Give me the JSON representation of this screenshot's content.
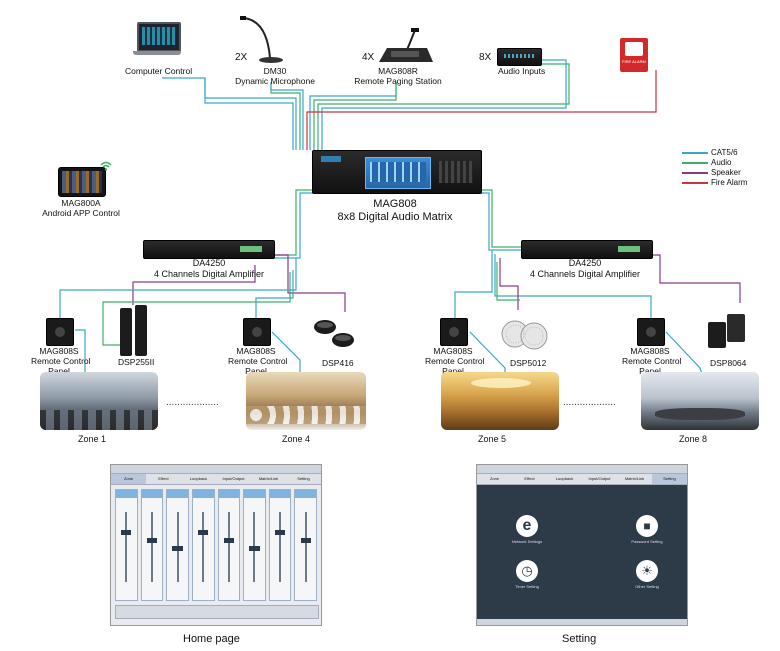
{
  "devices": {
    "computer": {
      "label": "Computer Control"
    },
    "mic": {
      "qty": "2X",
      "model": "DM30",
      "name": "Dynamic Microphone"
    },
    "paging": {
      "qty": "4X",
      "model": "MAG808R",
      "name": "Remote Paging Station"
    },
    "audio_inputs": {
      "qty": "8X",
      "label": "Audio Inputs"
    },
    "fire_alarm_box": {
      "text": "FIRE ALARM"
    },
    "android": {
      "model": "MAG800A",
      "name": "Android APP Control"
    },
    "matrix": {
      "model": "MAG808",
      "name": "8x8 Digital Audio Matrix"
    },
    "amp_left": {
      "model": "DA4250",
      "name": "4 Channels Digital Amplifier"
    },
    "amp_right": {
      "model": "DA4250",
      "name": "4 Channels Digital Amplifier"
    }
  },
  "legend": [
    {
      "label": "CAT5/6",
      "color": "#3aa8c9"
    },
    {
      "label": "Audio",
      "color": "#3db06a"
    },
    {
      "label": "Speaker",
      "color": "#8e3a86"
    },
    {
      "label": "Fire Alarm",
      "color": "#c8343f"
    }
  ],
  "zones": [
    {
      "panel_model": "MAG808S",
      "panel_name": "Remote Control",
      "panel_suffix": "Panel",
      "speaker": "DSP255II",
      "zone": "Zone 1"
    },
    {
      "panel_model": "MAG808S",
      "panel_name": "Remote Control",
      "panel_suffix": "Panel",
      "speaker": "DSP416",
      "zone": "Zone 4"
    },
    {
      "panel_model": "MAG808S",
      "panel_name": "Remote Control",
      "panel_suffix": "Panel",
      "speaker": "DSP5012",
      "zone": "Zone 5"
    },
    {
      "panel_model": "MAG808S",
      "panel_name": "Remote Control",
      "panel_suffix": "Panel",
      "speaker": "DSP8064",
      "zone": "Zone 8"
    }
  ],
  "screenshots": {
    "home": {
      "caption": "Home page",
      "tabs": [
        "Zone",
        "Effect",
        "Loopback",
        "Input/Output",
        "Matrix/Link",
        "Setting"
      ]
    },
    "setting": {
      "caption": "Setting",
      "tabs": [
        "Zone",
        "Effect",
        "Loopback",
        "Input/Output",
        "Matrix/Link",
        "Setting"
      ],
      "items": [
        "Network Settings",
        "Password Setting",
        "Timer Setting",
        "Other Setting"
      ]
    }
  },
  "colors": {
    "cat": "#3aa8c9",
    "audio": "#3db06a",
    "speaker": "#8e3a86",
    "fire": "#c8343f"
  }
}
